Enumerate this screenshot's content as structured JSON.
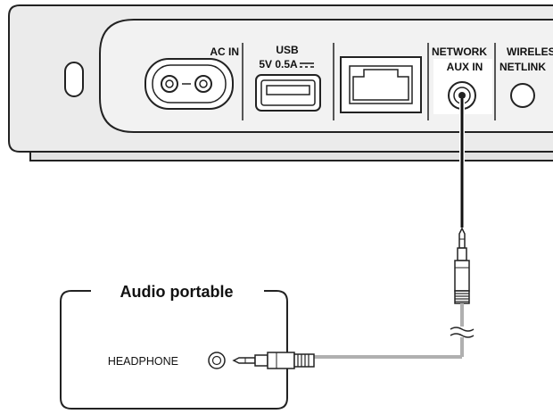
{
  "panel": {
    "ac_in": "AC IN",
    "usb": "USB",
    "usb_rating": "5V 0.5A",
    "network": "NETWORK",
    "wireless": "WIRELESS",
    "aux_in": "AUX IN",
    "netlink": "NETLINK"
  },
  "device": {
    "title": "Audio portable",
    "headphone": "HEADPHONE"
  },
  "colors": {
    "panel_bg": "#ebebeb",
    "outline": "#222222",
    "cable_gray": "#b0b0b0",
    "cable_black": "#111111"
  }
}
